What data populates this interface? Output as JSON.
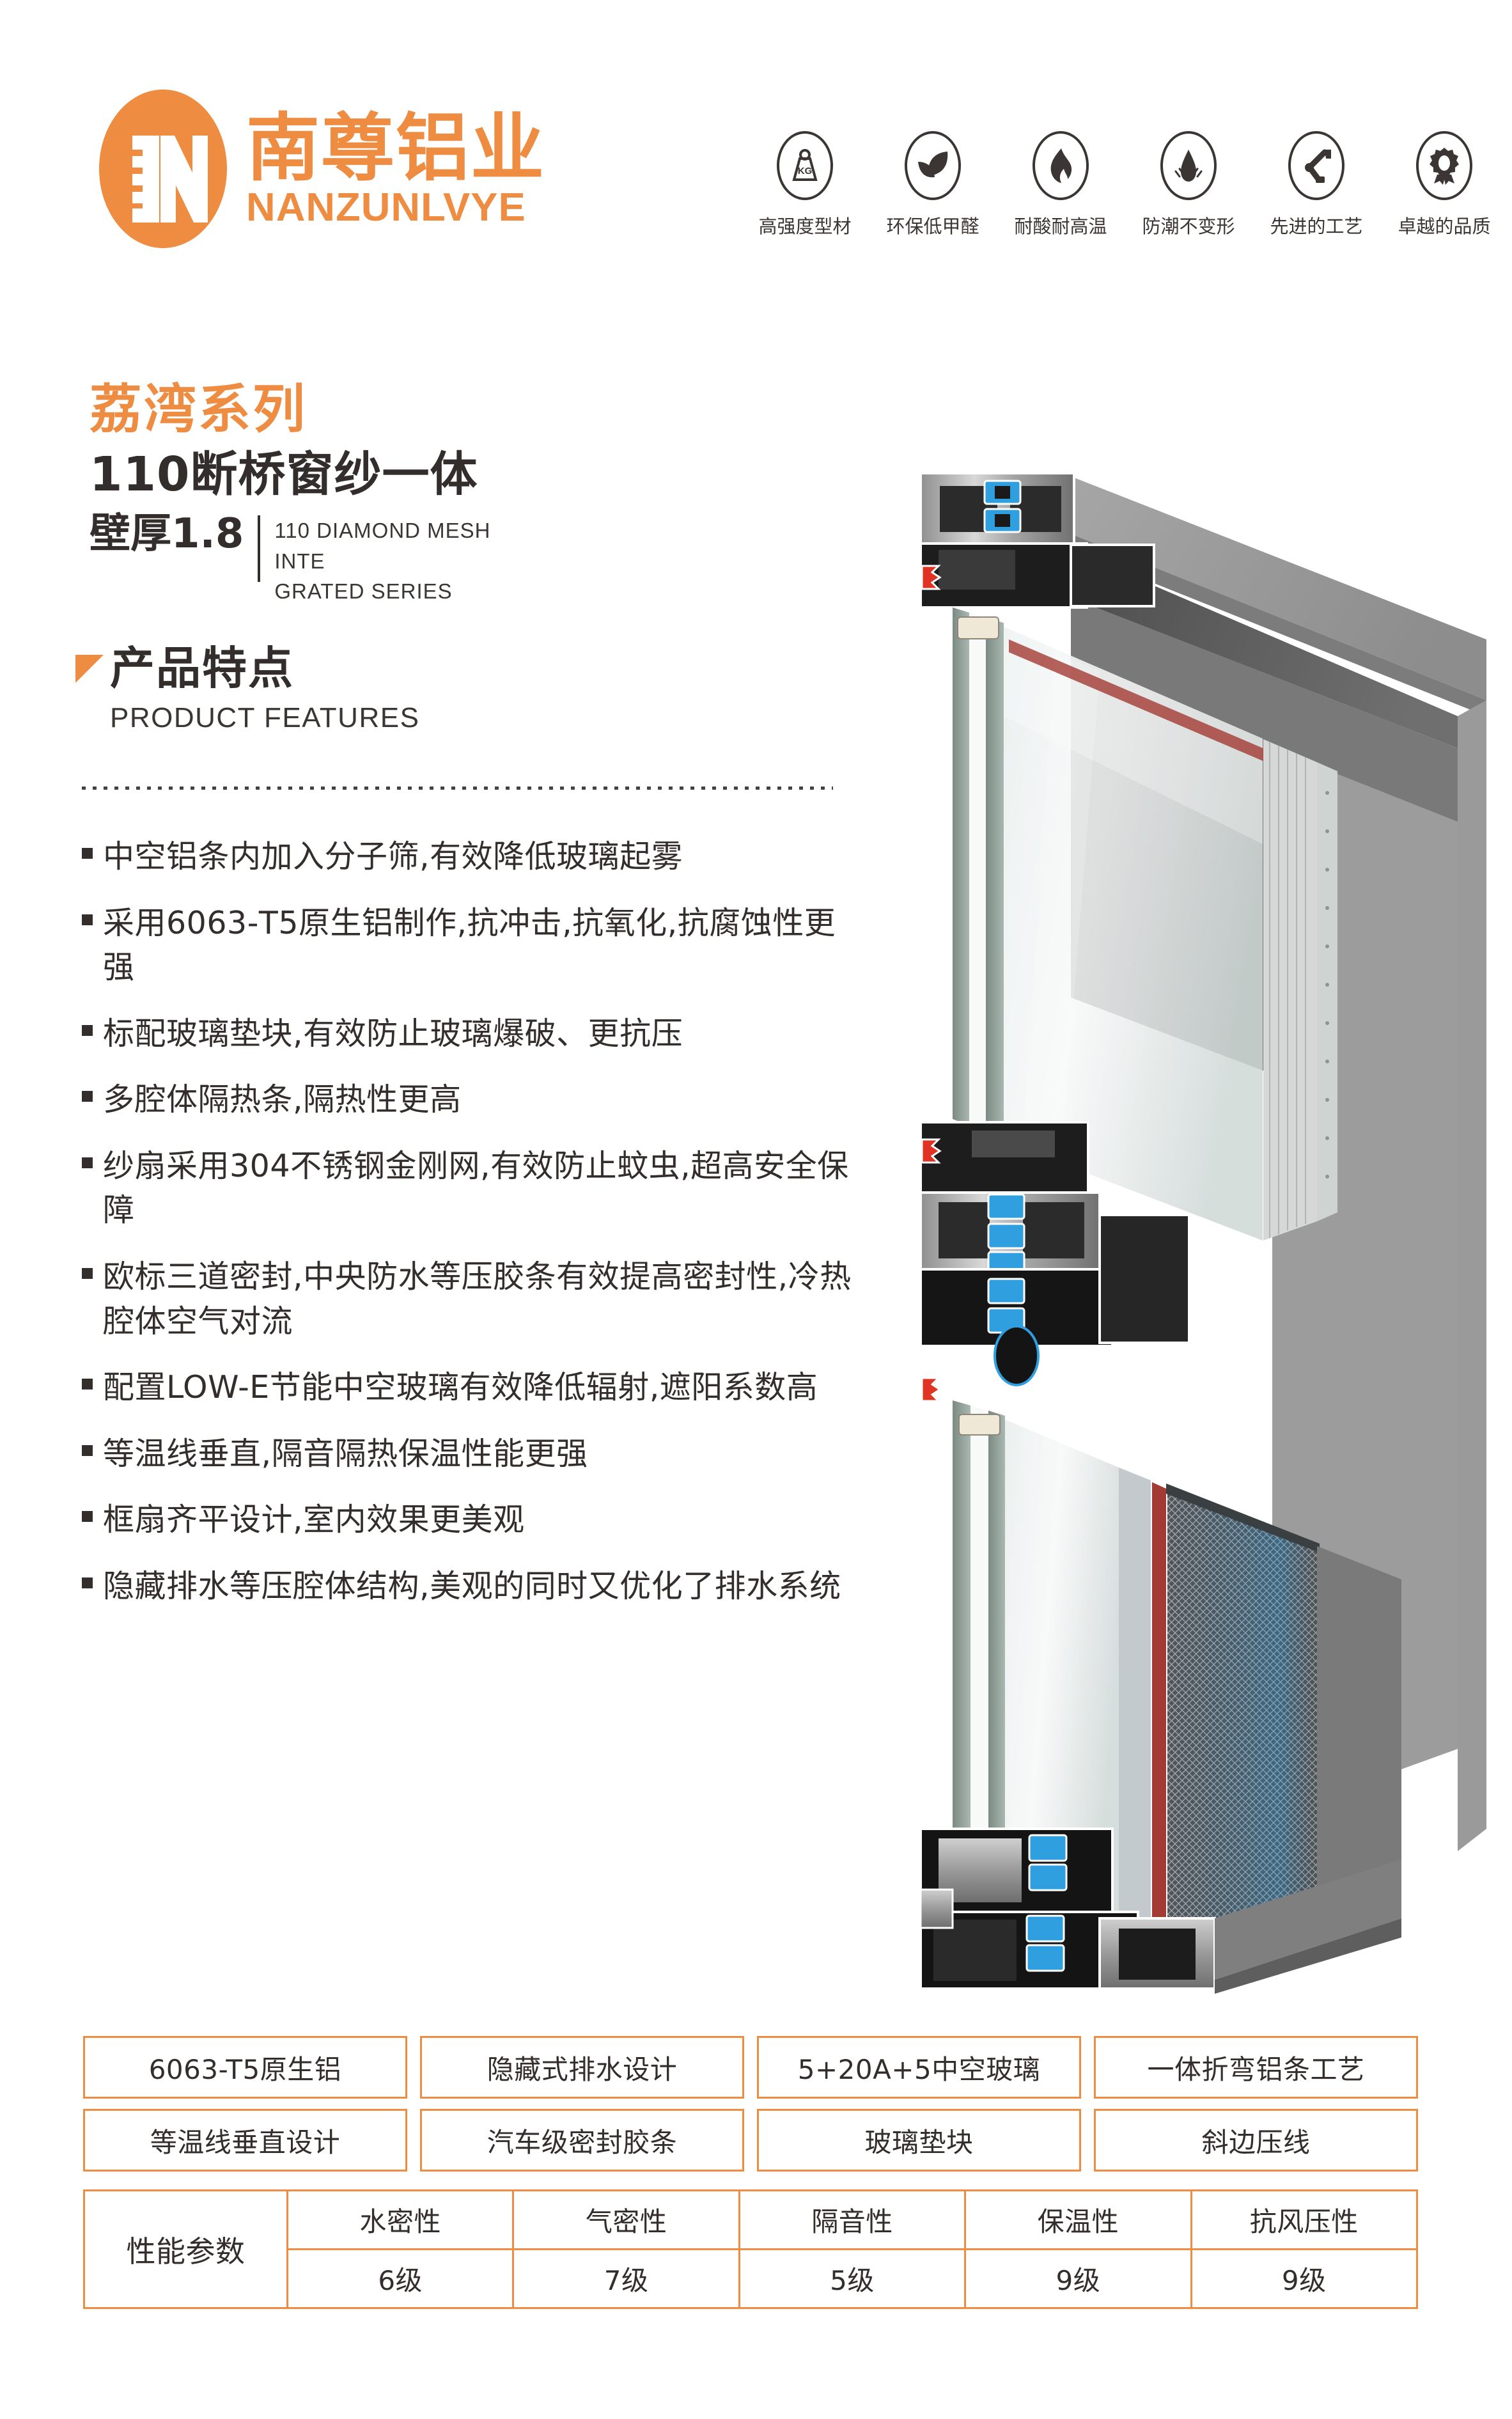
{
  "brand": {
    "name_cn": "南尊铝业",
    "name_en": "NANZUNLVYE",
    "logo_color": "#EE8C41",
    "logo_icon": "nanzun-n-monogram-oval"
  },
  "header_features": [
    {
      "icon": "weight-kg-icon",
      "label": "高强度型材"
    },
    {
      "icon": "leaf-icon",
      "label": "环保低甲醛"
    },
    {
      "icon": "flame-icon",
      "label": "耐酸耐高温"
    },
    {
      "icon": "water-drop-icon",
      "label": "防潮不变形"
    },
    {
      "icon": "robot-arm-icon",
      "label": "先进的工艺"
    },
    {
      "icon": "award-badge-icon",
      "label": "卓越的品质"
    }
  ],
  "title": {
    "series_cn": "荔湾系列",
    "model_cn": "110断桥窗纱一体",
    "thickness_cn": "壁厚1.8",
    "series_en_line1": "110 DIAMOND MESH INTE",
    "series_en_line2": "GRATED SERIES"
  },
  "section": {
    "heading_cn": "产品特点",
    "heading_en": "PRODUCT FEATURES"
  },
  "features": [
    "中空铝条内加入分子筛,有效降低玻璃起雾",
    "采用6063-T5原生铝制作,抗冲击,抗氧化,抗腐蚀性更强",
    "标配玻璃垫块,有效防止玻璃爆破、更抗压",
    "多腔体隔热条,隔热性更高",
    "纱扇采用304不锈钢金刚网,有效防止蚊虫,超高安全保障",
    "欧标三道密封,中央防水等压胶条有效提高密封性,冷热腔体空气对流",
    "配置LOW-E节能中空玻璃有效降低辐射,遮阳系数高",
    "等温线垂直,隔音隔热保温性能更强",
    "框扇齐平设计,室内效果更美观",
    "隐藏排水等压腔体结构,美观的同时又优化了排水系统"
  ],
  "product_image": {
    "name": "aluminum-window-profile-cutaway",
    "description": "110 断桥窗纱一体 铝合金型材剖面立体图"
  },
  "tags": [
    "6063-T5原生铝",
    "隐藏式排水设计",
    "5+20A+5中空玻璃",
    "一体折弯铝条工艺",
    "等温线垂直设计",
    "汽车级密封胶条",
    "玻璃垫块",
    "斜边压线"
  ],
  "param_table": {
    "row_header": "性能参数",
    "columns": [
      "水密性",
      "气密性",
      "隔音性",
      "保温性",
      "抗风压性"
    ],
    "values": [
      "6级",
      "7级",
      "5级",
      "9级",
      "9级"
    ]
  },
  "colors": {
    "accent_orange": "#EE8C41",
    "text_dark": "#332e2b",
    "border_orange": "#EE8C41"
  }
}
